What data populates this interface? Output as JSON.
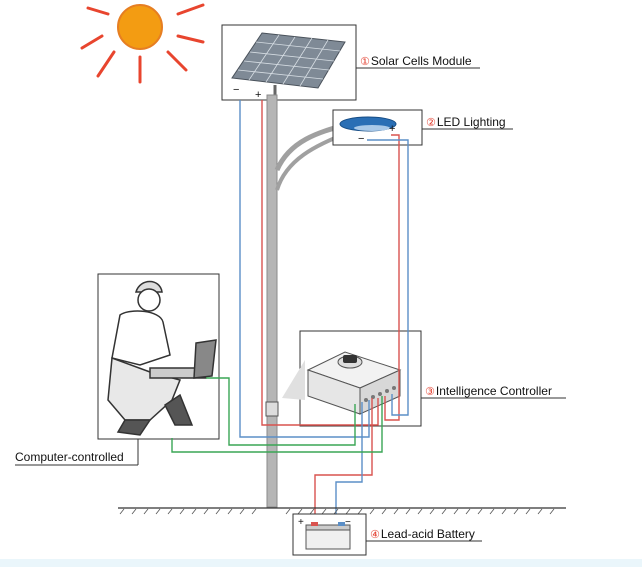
{
  "labels": {
    "solar": {
      "num": "①",
      "text": "Solar Cells Module"
    },
    "led": {
      "num": "②",
      "text": "LED Lighting"
    },
    "controller": {
      "num": "③",
      "text": "Intelligence Controller"
    },
    "battery": {
      "num": "④",
      "text": "Lead-acid Battery"
    },
    "computer": {
      "text": "Computer-controlled"
    }
  },
  "polarity": {
    "plus": "+",
    "minus": "−"
  },
  "colors": {
    "positive_wire": "#d9534f",
    "negative_wire": "#5b8fc7",
    "data_wire": "#3aa655",
    "pole": "#9a9a9a",
    "sun": "#f39c12",
    "ray": "#e8452e",
    "box_border": "#333333"
  },
  "icons": [
    "sun-icon",
    "solar-panel-icon",
    "street-lamp-icon",
    "worker-with-laptop-icon",
    "controller-device-icon",
    "battery-icon"
  ]
}
